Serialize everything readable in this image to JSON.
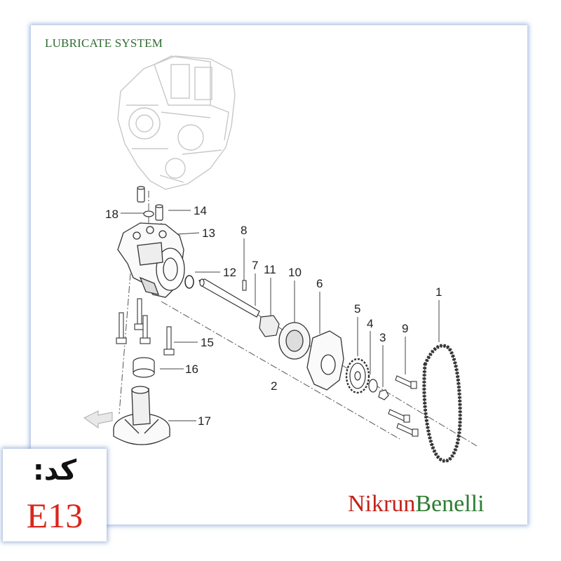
{
  "title": "LUBRICATE SYSTEM",
  "part_labels": {
    "p1": "1",
    "p2": "2",
    "p3": "3",
    "p4": "4",
    "p5": "5",
    "p6": "6",
    "p7": "7",
    "p8": "8",
    "p9": "9",
    "p10": "10",
    "p11": "11",
    "p12": "12",
    "p13": "13",
    "p14": "14",
    "p15": "15",
    "p16": "16",
    "p17": "17",
    "p18": "18"
  },
  "code": {
    "label": "کد:",
    "value": "E13"
  },
  "brand": {
    "part1": "Nikrun",
    "part2": "Benelli"
  },
  "colors": {
    "title": "#2f6b2f",
    "code_value": "#d9261c",
    "brand_red": "#c4231b",
    "brand_green": "#2e7d32",
    "frame_glow": "#5a82c8"
  }
}
